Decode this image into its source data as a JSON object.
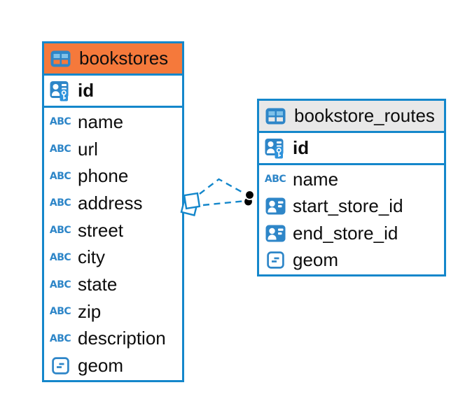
{
  "icons": {
    "text_type": "ABC"
  },
  "colors": {
    "accent_blue": "#1487CB",
    "icon_blue": "#2E86C8",
    "icon_blue_light": "#7FC1E9",
    "header_orange": "#F5793B",
    "header_gray": "#E8E8E8",
    "text": "#0D0D0D",
    "endpoint_dot": "#000000"
  },
  "tables": [
    {
      "name": "bookstores",
      "header_style": "orange",
      "primary_key": "id",
      "columns": [
        {
          "name": "name",
          "type": "text"
        },
        {
          "name": "url",
          "type": "text"
        },
        {
          "name": "phone",
          "type": "text"
        },
        {
          "name": "address",
          "type": "text"
        },
        {
          "name": "street",
          "type": "text"
        },
        {
          "name": "city",
          "type": "text"
        },
        {
          "name": "state",
          "type": "text"
        },
        {
          "name": "zip",
          "type": "text"
        },
        {
          "name": "description",
          "type": "text"
        },
        {
          "name": "geom",
          "type": "geometry"
        }
      ]
    },
    {
      "name": "bookstore_routes",
      "header_style": "gray",
      "primary_key": "id",
      "columns": [
        {
          "name": "name",
          "type": "text"
        },
        {
          "name": "start_store_id",
          "type": "reference"
        },
        {
          "name": "end_store_id",
          "type": "reference"
        },
        {
          "name": "geom",
          "type": "geometry"
        }
      ]
    }
  ],
  "relationships": [
    {
      "from": "bookstores",
      "to": "bookstore_routes",
      "style": "dashed"
    },
    {
      "from": "bookstores",
      "to": "bookstore_routes",
      "style": "dashed"
    }
  ]
}
